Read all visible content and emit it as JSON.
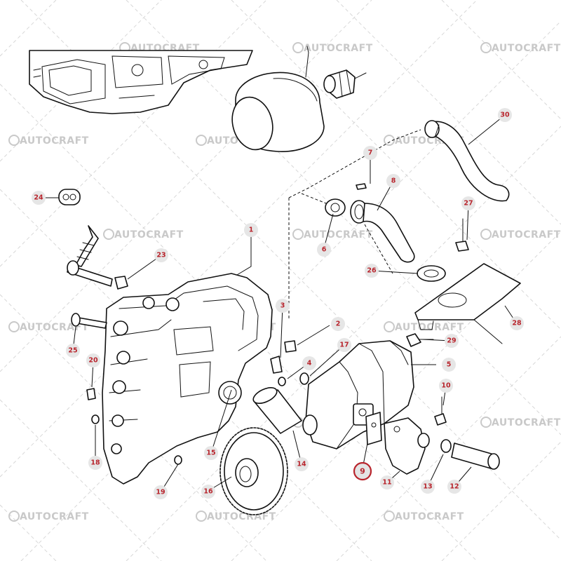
{
  "watermark": {
    "text": "AUTOCRAFT"
  },
  "callouts": [
    {
      "id": "1",
      "label": "1"
    },
    {
      "id": "2",
      "label": "2"
    },
    {
      "id": "3",
      "label": "3"
    },
    {
      "id": "4",
      "label": "4"
    },
    {
      "id": "5",
      "label": "5"
    },
    {
      "id": "6",
      "label": "6"
    },
    {
      "id": "7",
      "label": "7"
    },
    {
      "id": "8",
      "label": "8"
    },
    {
      "id": "9",
      "label": "9",
      "highlighted": true
    },
    {
      "id": "10",
      "label": "10"
    },
    {
      "id": "11",
      "label": "11"
    },
    {
      "id": "12",
      "label": "12"
    },
    {
      "id": "13",
      "label": "13"
    },
    {
      "id": "14",
      "label": "14"
    },
    {
      "id": "15",
      "label": "15"
    },
    {
      "id": "16",
      "label": "16"
    },
    {
      "id": "17",
      "label": "17"
    },
    {
      "id": "18",
      "label": "18"
    },
    {
      "id": "19",
      "label": "19"
    },
    {
      "id": "20",
      "label": "20"
    },
    {
      "id": "23",
      "label": "23"
    },
    {
      "id": "24",
      "label": "24"
    },
    {
      "id": "25",
      "label": "25"
    },
    {
      "id": "26",
      "label": "26"
    },
    {
      "id": "27",
      "label": "27"
    },
    {
      "id": "28",
      "label": "28"
    },
    {
      "id": "29",
      "label": "29"
    },
    {
      "id": "30",
      "label": "30"
    }
  ],
  "colors": {
    "callout_text": "#b8242c",
    "callout_bg": "#e6e6e6",
    "watermark": "#c9c9c9",
    "line": "#111111"
  }
}
